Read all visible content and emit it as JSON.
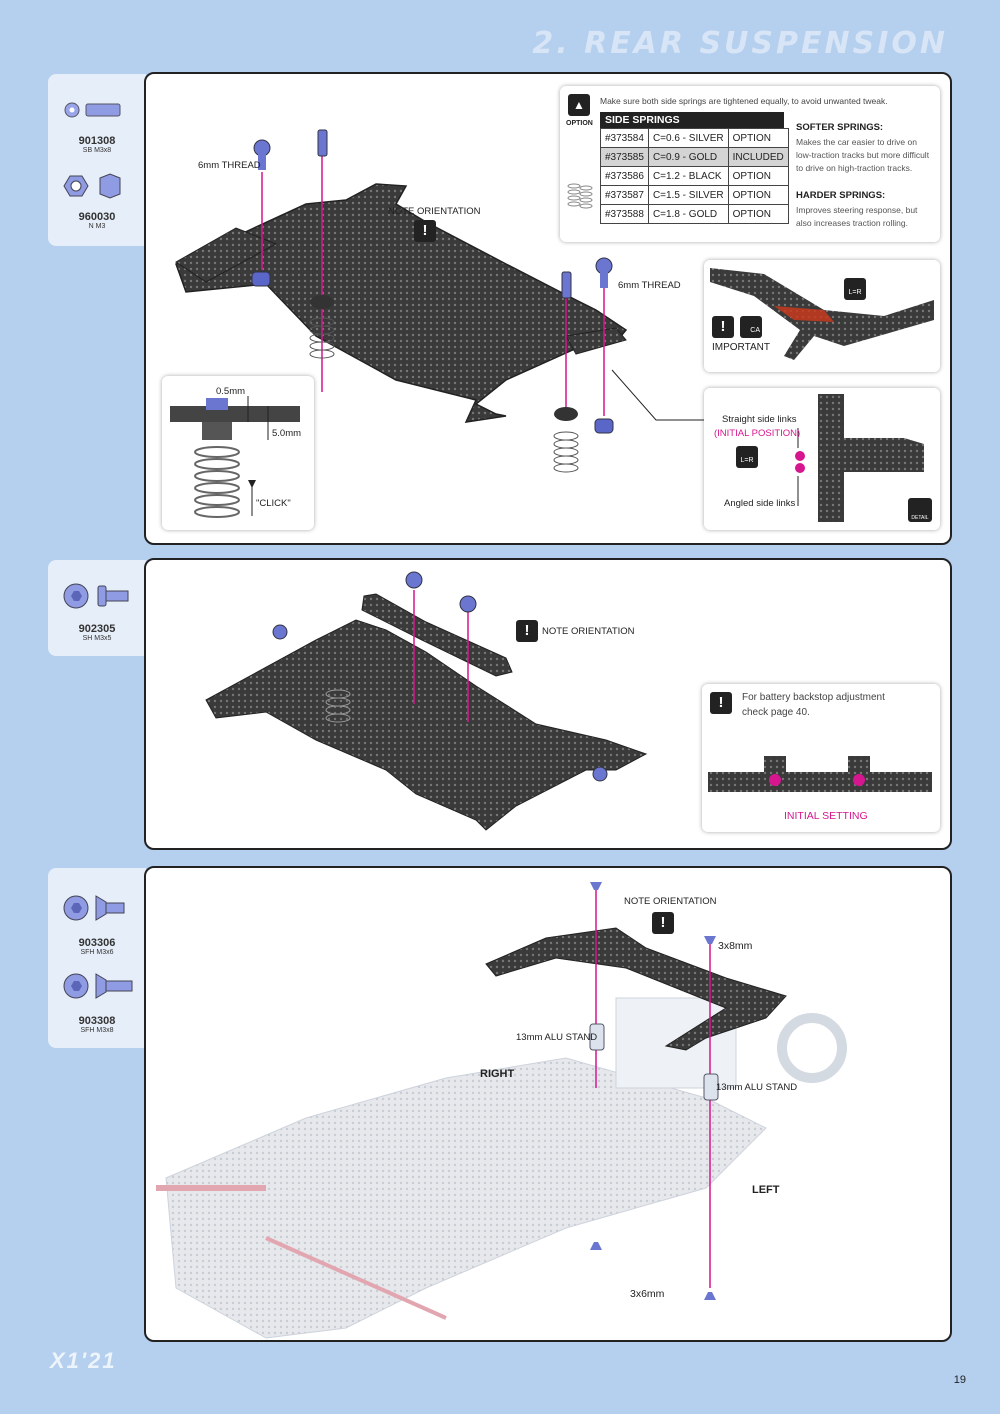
{
  "section_title": "2. REAR SUSPENSION",
  "parts_1": [
    {
      "code": "901308",
      "desc": "SB M3x8"
    },
    {
      "code": "960030",
      "desc": "N M3"
    }
  ],
  "parts_2": [
    {
      "code": "902305",
      "desc": "SH M3x5"
    }
  ],
  "parts_3": [
    {
      "code": "903306",
      "desc": "SFH M3x6"
    },
    {
      "code": "903308",
      "desc": "SFH M3x8"
    }
  ],
  "step1": {
    "thread_left": "6mm THREAD",
    "thread_right": "6mm THREAD",
    "note_orientation": "NOTE ORIENTATION",
    "detail_05": "0.5mm",
    "detail_50": "5.0mm",
    "detail_click": "\"CLICK\"",
    "option_label": "OPTION",
    "option_note": "Make sure both side springs are tightened equally, to avoid unwanted tweak.",
    "table_title": "SIDE SPRINGS",
    "springs": [
      {
        "part": "#373584",
        "value": "C=0.6 - SILVER",
        "status": "OPTION"
      },
      {
        "part": "#373585",
        "value": "C=0.9 - GOLD",
        "status": "INCLUDED"
      },
      {
        "part": "#373586",
        "value": "C=1.2 - BLACK",
        "status": "OPTION"
      },
      {
        "part": "#373587",
        "value": "C=1.5 - SILVER",
        "status": "OPTION"
      },
      {
        "part": "#373588",
        "value": "C=1.8 - GOLD",
        "status": "OPTION"
      }
    ],
    "softer_title": "SOFTER SPRINGS:",
    "softer_text": "Makes the car easier to drive on low-traction tracks but more difficult to drive on high-traction tracks.",
    "harder_title": "HARDER SPRINGS:",
    "harder_text": "Improves steering response, but also increases traction rolling.",
    "important": "IMPORTANT",
    "ca": "CA",
    "lr": "L=R",
    "straight_links": "Straight side links",
    "initial_position": "(INITIAL POSITION)",
    "angled_links": "Angled side links",
    "detail": "DETAIL"
  },
  "step2": {
    "note_orientation": "NOTE ORIENTATION",
    "battery_note": "For battery backstop adjustment check page 40.",
    "initial_setting": "INITIAL SETTING"
  },
  "step3": {
    "note_orientation": "NOTE ORIENTATION",
    "screw_top": "3x8mm",
    "screw_bottom": "3x6mm",
    "stand_left": "13mm ALU STAND",
    "stand_right": "13mm ALU STAND",
    "right": "RIGHT",
    "left": "LEFT"
  },
  "footer_logo": "X1'21",
  "page_number": "19"
}
